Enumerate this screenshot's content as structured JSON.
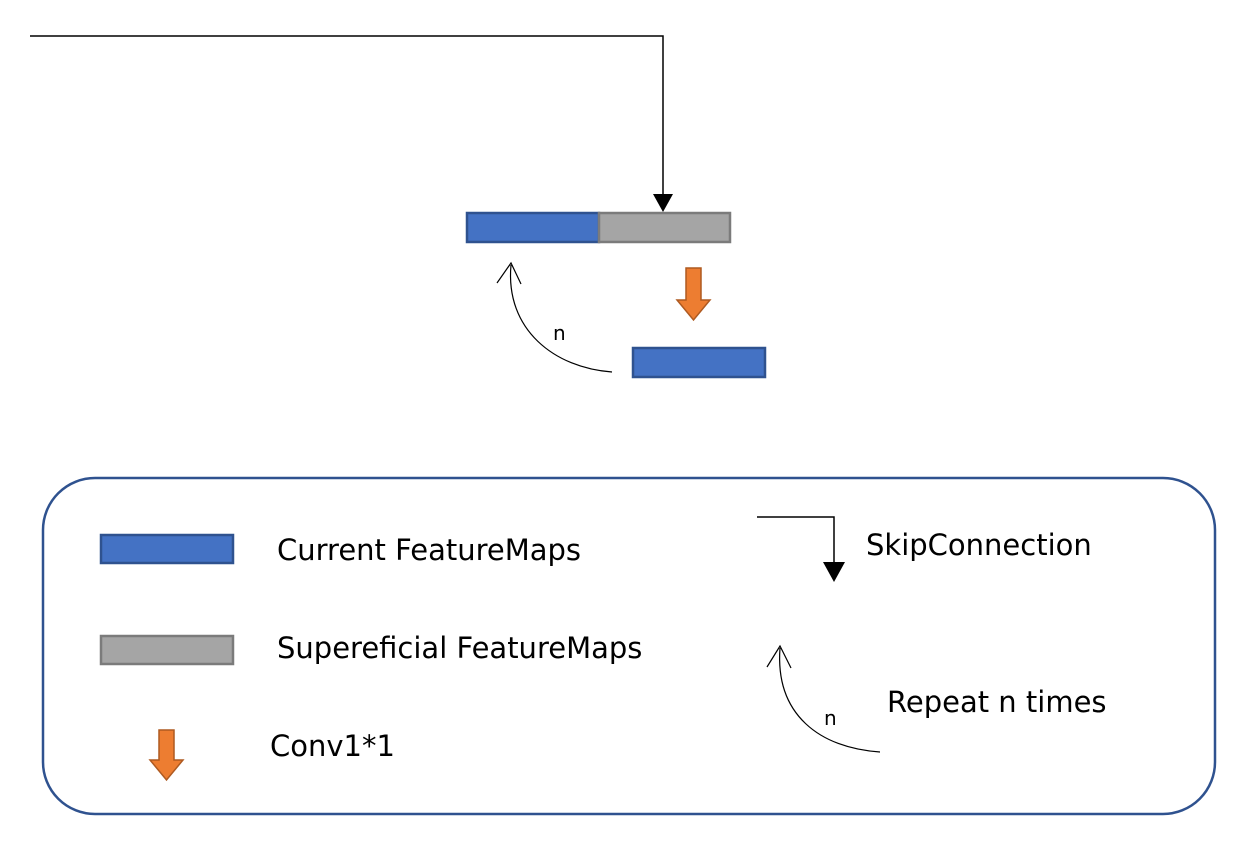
{
  "diagram": {
    "loop_label": "n"
  },
  "legend": {
    "current_label": "Current FeatureMaps",
    "superficial_label": "Supereficial FeatureMaps",
    "conv_label": "Conv1*1",
    "skip_label": "SkipConnection",
    "repeat_label": "Repeat n times",
    "repeat_loop_label": "n"
  },
  "colors": {
    "current_fill": "#4472C4",
    "current_stroke": "#2F528F",
    "superficial_fill": "#A5A5A5",
    "superficial_stroke": "#7B7B7B",
    "conv_fill": "#ED7D31",
    "conv_stroke": "#AE5A21",
    "legend_border": "#2F528F"
  }
}
